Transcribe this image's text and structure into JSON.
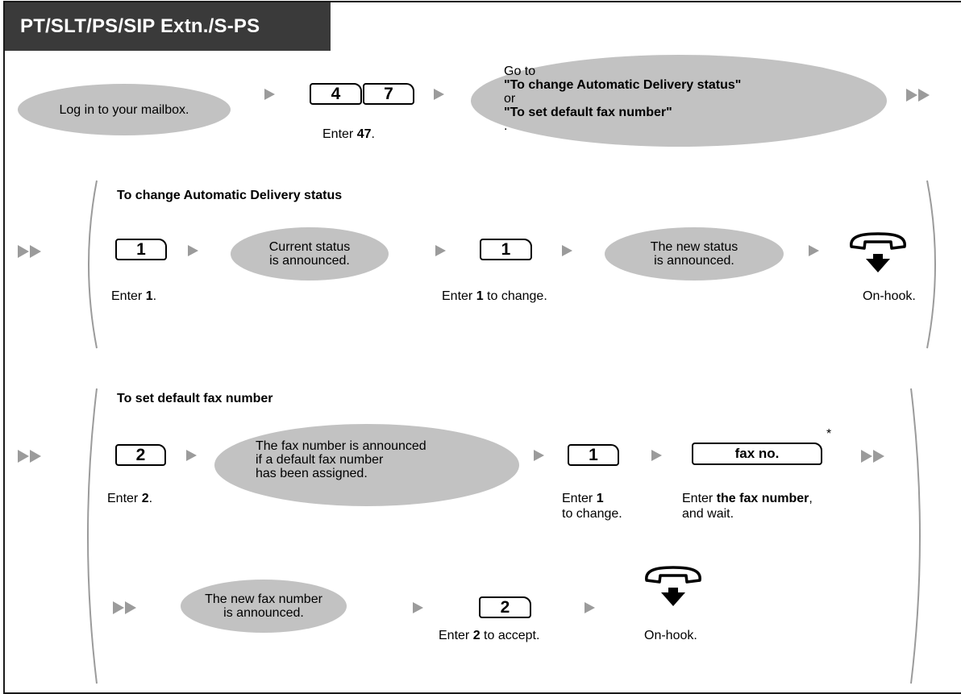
{
  "title": "PT/SLT/PS/SIP Extn./S-PS",
  "step1": {
    "oval": "Log in to your mailbox.",
    "keys": [
      "4",
      "7"
    ],
    "caption_pre": "Enter ",
    "caption_bold": "47",
    "caption_post": ".",
    "goto_pre": "Go to ",
    "goto_bold1": "\"To change Automatic Delivery status\"",
    "goto_or": "or ",
    "goto_bold2": "\"To set default fax number\"",
    "goto_post": "."
  },
  "section_a": {
    "heading": "To change Automatic Delivery status",
    "key1": "1",
    "caption1_pre": "Enter ",
    "caption1_bold": "1",
    "caption1_post": ".",
    "oval1_line1": "Current status",
    "oval1_line2": "is announced.",
    "key2": "1",
    "caption2_pre": "Enter ",
    "caption2_bold": "1",
    "caption2_post": " to change.",
    "oval2_line1": "The new status",
    "oval2_line2": "is announced.",
    "onhook": "On-hook."
  },
  "section_b": {
    "heading": "To set default fax number",
    "key1": "2",
    "caption1_pre": "Enter ",
    "caption1_bold": "2",
    "caption1_post": ".",
    "oval1_line1": "The fax number is announced",
    "oval1_line2": "if a default fax number",
    "oval1_line3": "has been assigned.",
    "key2": "1",
    "caption2_line1_pre": "Enter ",
    "caption2_line1_bold": "1",
    "caption2_line2": "to change.",
    "fax_key": "fax no.",
    "asterisk": "*",
    "caption3_pre": "Enter ",
    "caption3_bold": "the fax number",
    "caption3_post": ",",
    "caption3_line2": "and wait.",
    "oval2_line1": "The new fax number",
    "oval2_line2": "is announced.",
    "key3": "2",
    "caption4_pre": "Enter ",
    "caption4_bold": "2",
    "caption4_post": " to accept.",
    "onhook": "On-hook."
  },
  "colors": {
    "title_bg": "#3a3a3a",
    "oval": "#c2c2c2",
    "arrow": "#9b9b9b"
  },
  "icons": [
    "play-arrow-icon",
    "double-arrow-icon",
    "on-hook-phone-icon"
  ]
}
